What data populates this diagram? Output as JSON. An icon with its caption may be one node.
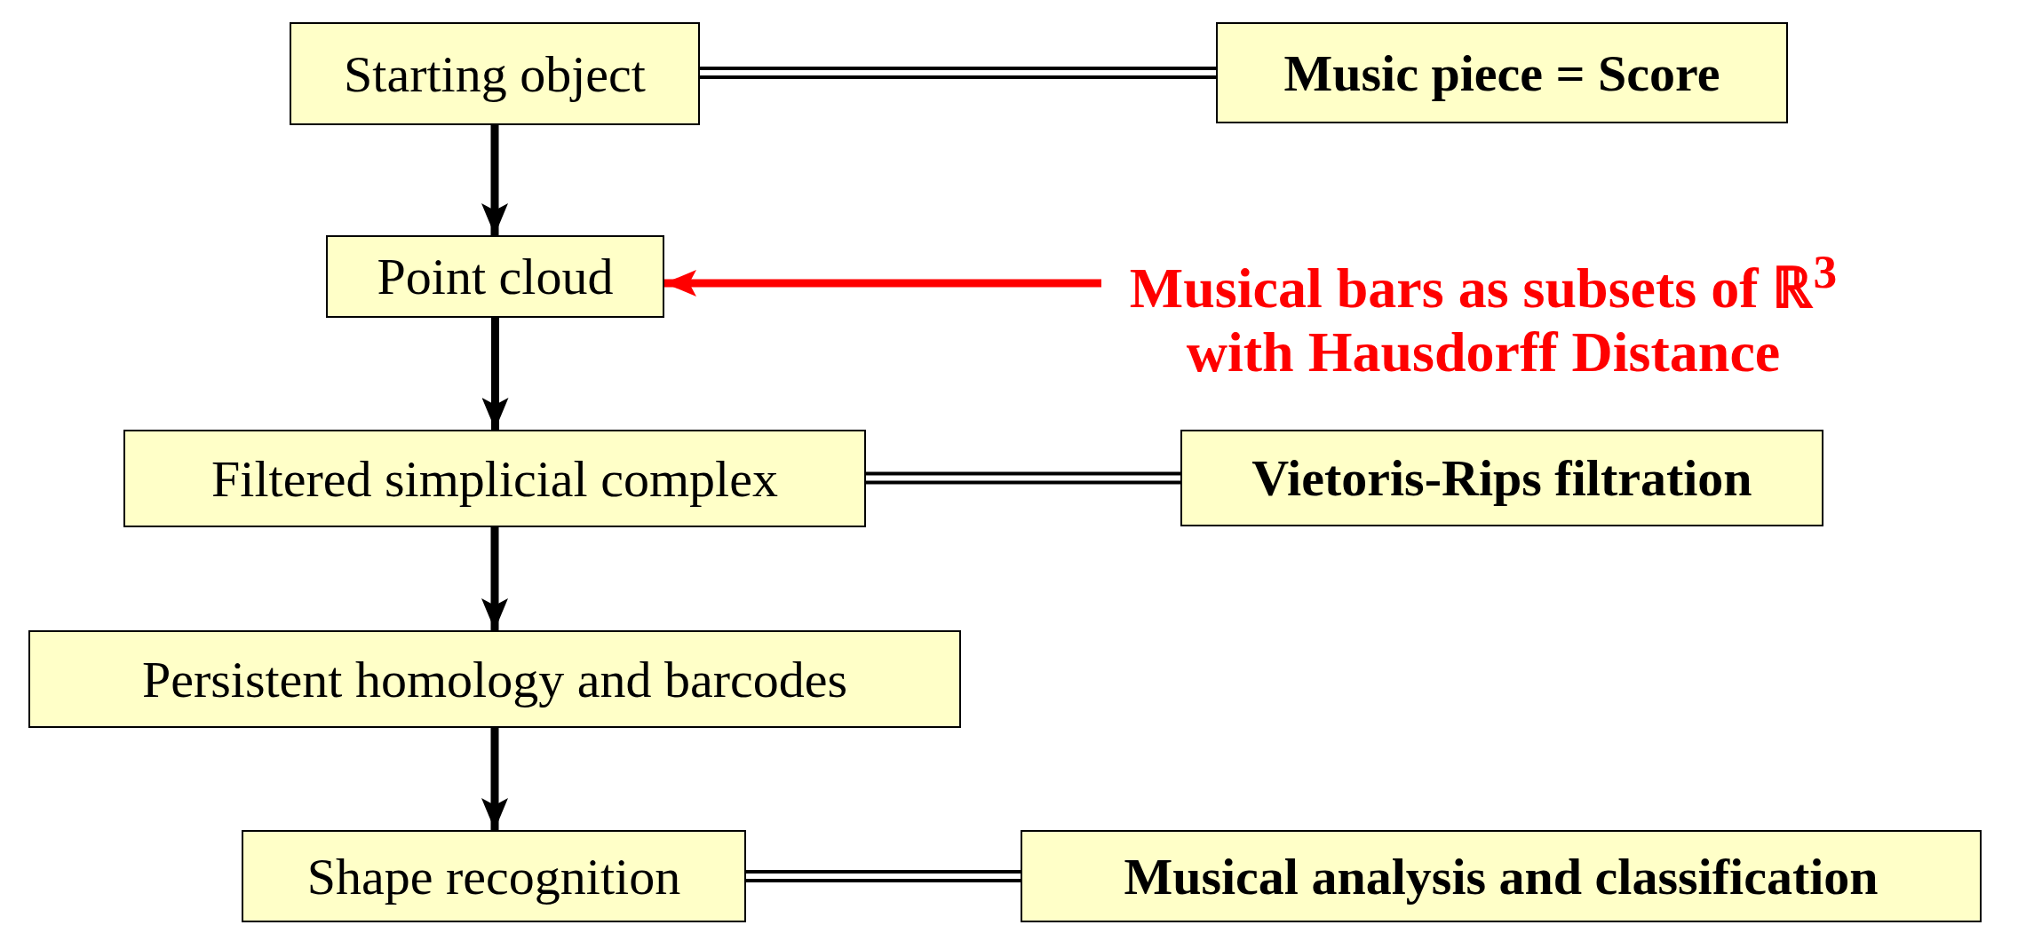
{
  "diagram": {
    "nodes": [
      {
        "text": [
          "Starting object"
        ]
      },
      {
        "text": [
          "Music piece = Score"
        ]
      },
      {
        "text": [
          "Point cloud"
        ]
      },
      {
        "text": [
          "Musical bars as subsets of ℝ$^{3}$ with Hausdorff Distance"
        ]
      },
      {
        "text": [
          "Filtered simplicial complex"
        ]
      },
      {
        "text": [
          "Vietoris-Rips filtration"
        ]
      },
      {
        "text": [
          "Persistent homology and barcodes"
        ]
      },
      {
        "text": [
          "Shape recognition"
        ]
      },
      {
        "text": [
          "Musical analysis and classification"
        ]
      }
    ],
    "edges": [
      {
        "from": 0,
        "to": 1,
        "arrow": "none"
      },
      {
        "from": 0,
        "to": 2,
        "arrow": "to"
      },
      {
        "from": 3,
        "to": 2,
        "arrow": "to",
        "color": "#ff0000"
      },
      {
        "from": 2,
        "to": 4,
        "arrow": "to"
      },
      {
        "from": 4,
        "to": 5,
        "arrow": "none"
      },
      {
        "from": 4,
        "to": 6,
        "arrow": "to"
      },
      {
        "from": 6,
        "to": 7,
        "arrow": "to"
      },
      {
        "from": 7,
        "to": 8,
        "arrow": "none"
      }
    ]
  }
}
